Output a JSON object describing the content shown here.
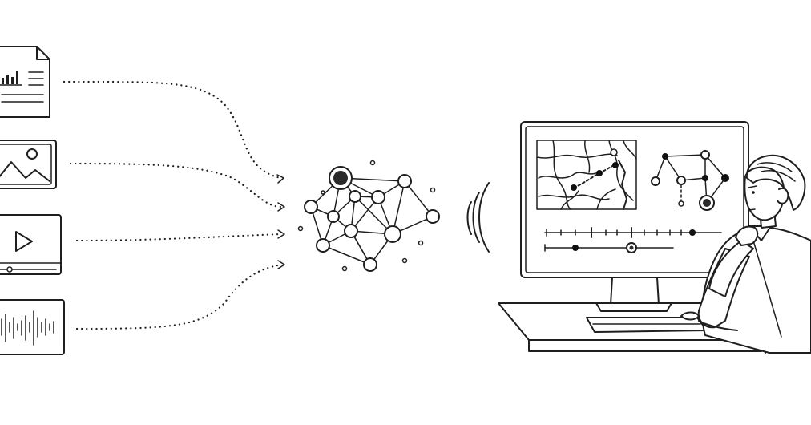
{
  "diagram": {
    "inputs": [
      {
        "kind": "document",
        "icon": "document-chart-icon"
      },
      {
        "kind": "image",
        "icon": "image-icon"
      },
      {
        "kind": "video",
        "icon": "video-play-icon"
      },
      {
        "kind": "audio",
        "icon": "audio-waveform-icon"
      }
    ],
    "processor": {
      "icon": "neural-network-icon"
    },
    "signal": {
      "icon": "wireless-signal-icon"
    },
    "output": {
      "icon": "workstation-icon"
    },
    "colors": {
      "line": "#1f1f1f",
      "background": "#ffffff",
      "fill": "#f6f6f6"
    }
  }
}
